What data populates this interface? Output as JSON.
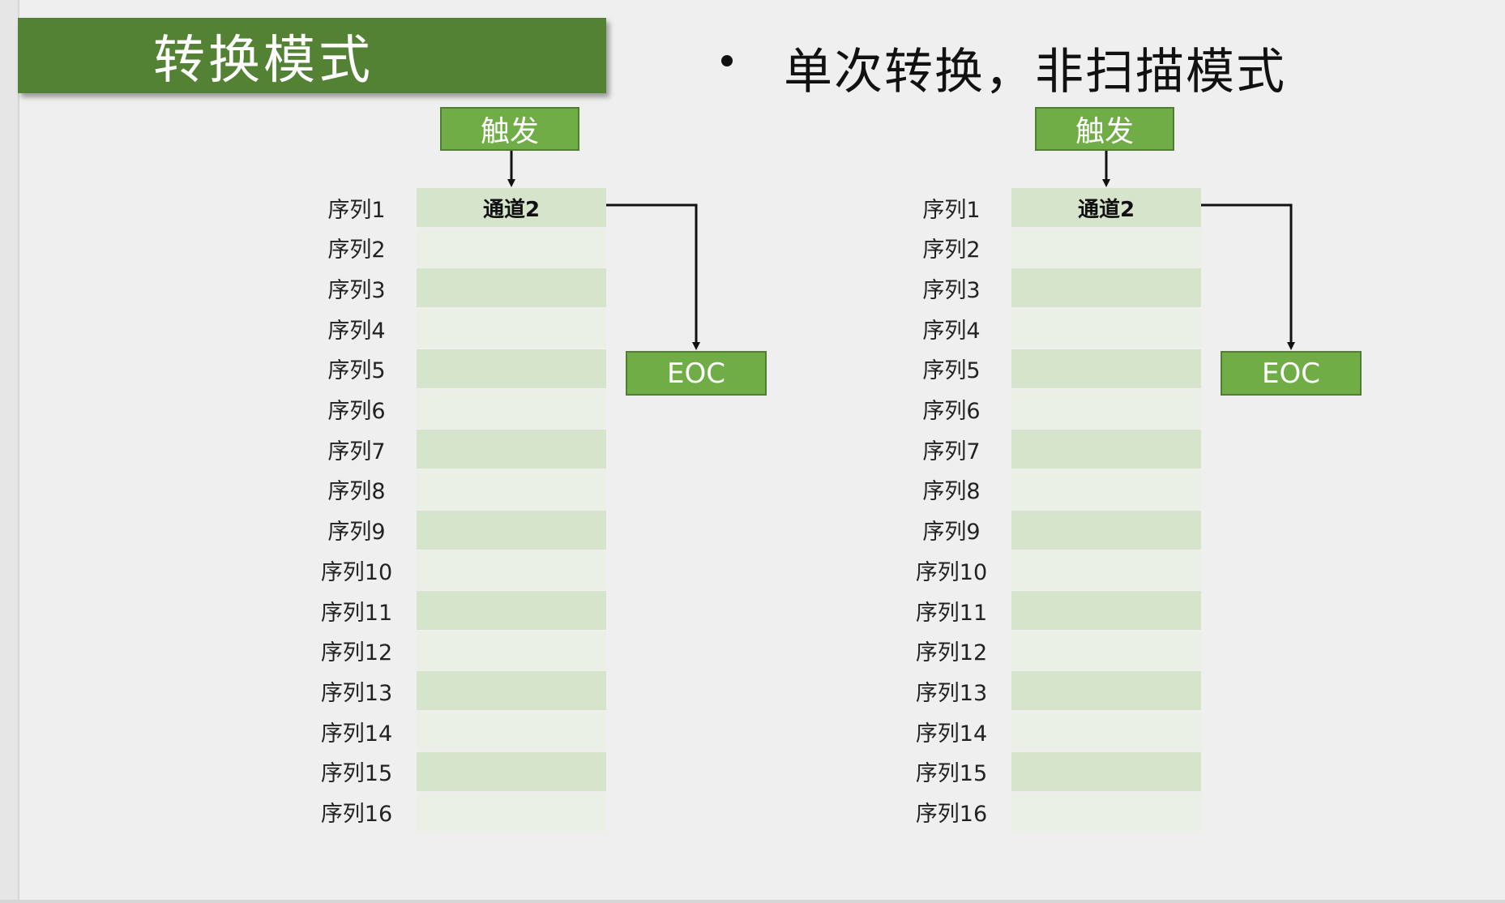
{
  "title": "转换模式",
  "heading": "单次转换，非扫描模式",
  "colors": {
    "banner": "#548235",
    "box_fill": "#70ad47",
    "box_border": "#507e32",
    "row_dark": "#d6e4cc",
    "row_light": "#eaf0e6",
    "arrow": "#111111"
  },
  "diagrams": [
    {
      "trigger_label": "触发",
      "eoc_label": "EOC",
      "sequence": [
        {
          "label": "序列1",
          "channel": "通道2"
        },
        {
          "label": "序列2",
          "channel": ""
        },
        {
          "label": "序列3",
          "channel": ""
        },
        {
          "label": "序列4",
          "channel": ""
        },
        {
          "label": "序列5",
          "channel": ""
        },
        {
          "label": "序列6",
          "channel": ""
        },
        {
          "label": "序列7",
          "channel": ""
        },
        {
          "label": "序列8",
          "channel": ""
        },
        {
          "label": "序列9",
          "channel": ""
        },
        {
          "label": "序列10",
          "channel": ""
        },
        {
          "label": "序列11",
          "channel": ""
        },
        {
          "label": "序列12",
          "channel": ""
        },
        {
          "label": "序列13",
          "channel": ""
        },
        {
          "label": "序列14",
          "channel": ""
        },
        {
          "label": "序列15",
          "channel": ""
        },
        {
          "label": "序列16",
          "channel": ""
        }
      ]
    },
    {
      "trigger_label": "触发",
      "eoc_label": "EOC",
      "sequence": [
        {
          "label": "序列1",
          "channel": "通道2"
        },
        {
          "label": "序列2",
          "channel": ""
        },
        {
          "label": "序列3",
          "channel": ""
        },
        {
          "label": "序列4",
          "channel": ""
        },
        {
          "label": "序列5",
          "channel": ""
        },
        {
          "label": "序列6",
          "channel": ""
        },
        {
          "label": "序列7",
          "channel": ""
        },
        {
          "label": "序列8",
          "channel": ""
        },
        {
          "label": "序列9",
          "channel": ""
        },
        {
          "label": "序列10",
          "channel": ""
        },
        {
          "label": "序列11",
          "channel": ""
        },
        {
          "label": "序列12",
          "channel": ""
        },
        {
          "label": "序列13",
          "channel": ""
        },
        {
          "label": "序列14",
          "channel": ""
        },
        {
          "label": "序列15",
          "channel": ""
        },
        {
          "label": "序列16",
          "channel": ""
        }
      ]
    }
  ]
}
